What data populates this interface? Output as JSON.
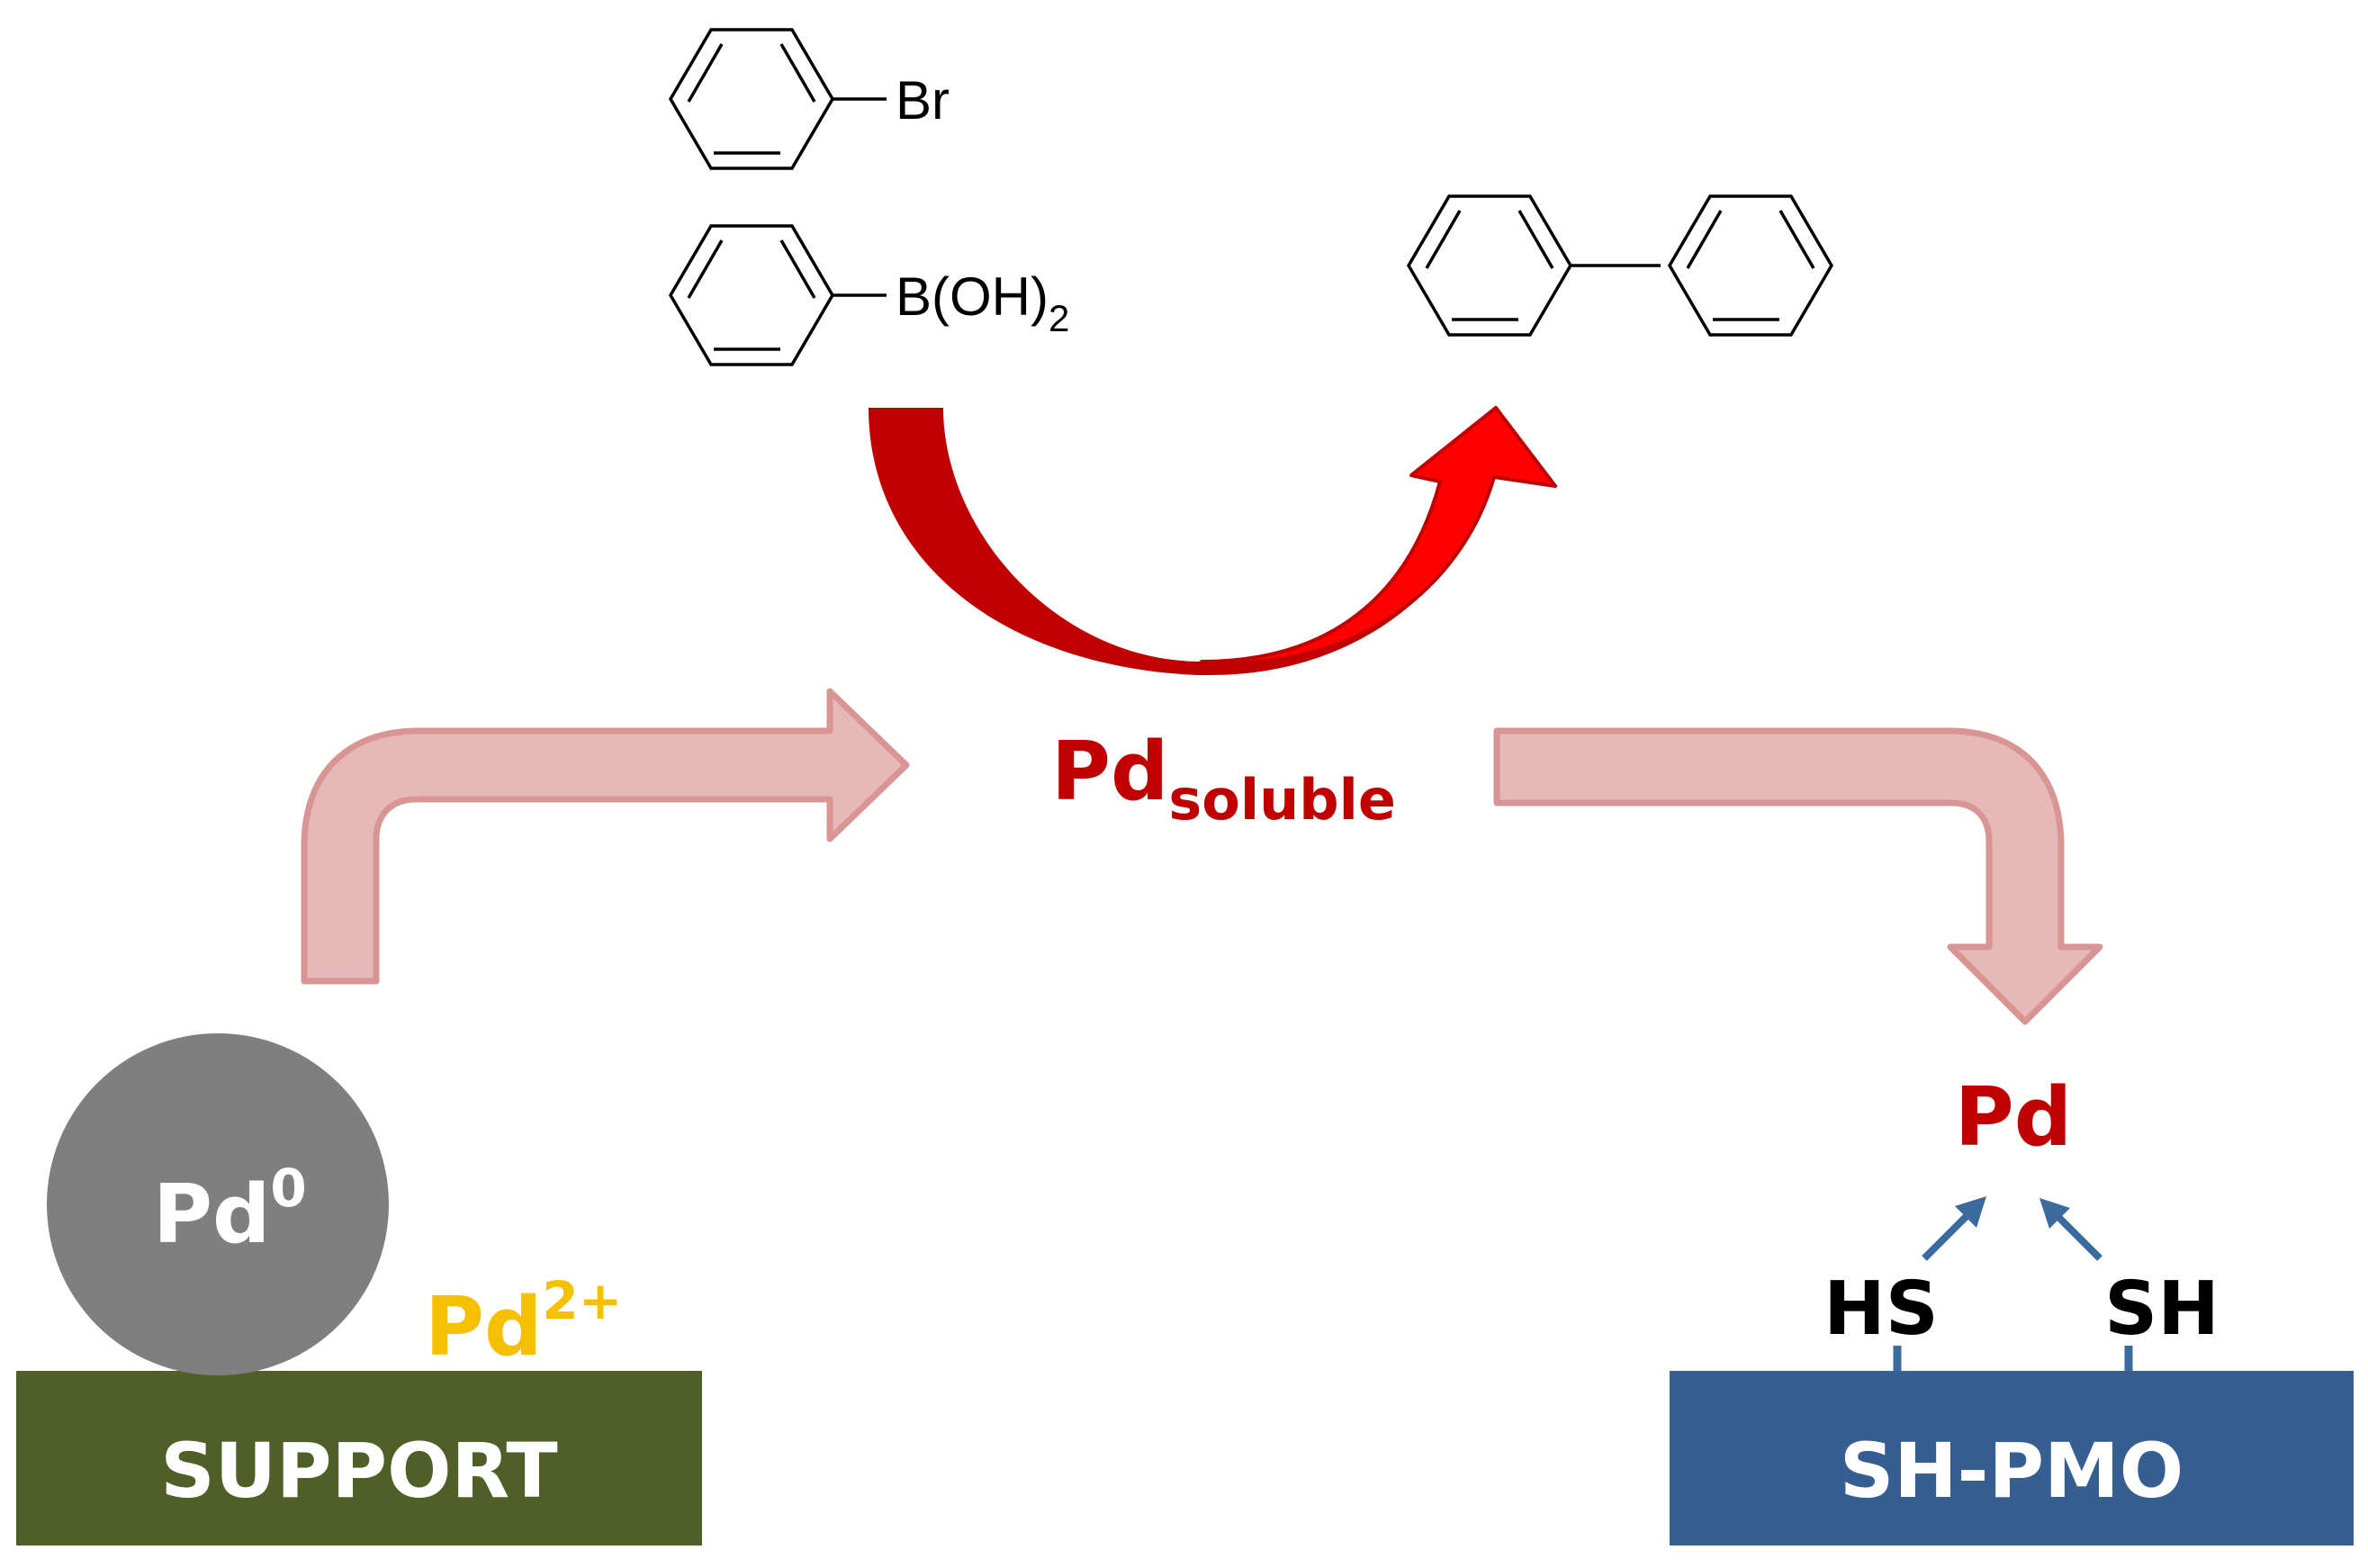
{
  "reactants": {
    "bromobenzene_substituent": "Br",
    "phenylboronic_substituent": "B(OH)",
    "phenylboronic_subscript": "2"
  },
  "catalyst": {
    "soluble_main": "Pd",
    "soluble_subscript": "soluble",
    "captured": "Pd"
  },
  "left_panel": {
    "support_label": "SUPPORT",
    "pd0_main": "Pd",
    "pd0_superscript": "0",
    "pd2_main": "Pd",
    "pd2_superscript": "2+"
  },
  "right_panel": {
    "shpmo_label": "SH-PMO",
    "thiol_left": "HS",
    "thiol_right": "SH"
  },
  "colors": {
    "support": "#4e6028",
    "shpmo": "#375e91",
    "pd_red": "#c00000",
    "pd2_gold": "#f5c000",
    "particle_gray": "#7f7f7f",
    "arrow_pink": "#e6b8b7",
    "arrow_pink_stroke": "#d99594",
    "curved_arrow_dark": "#c00000",
    "curved_arrow_bright": "#ff0000",
    "thiol_arrow_blue": "#3a6a9e"
  }
}
